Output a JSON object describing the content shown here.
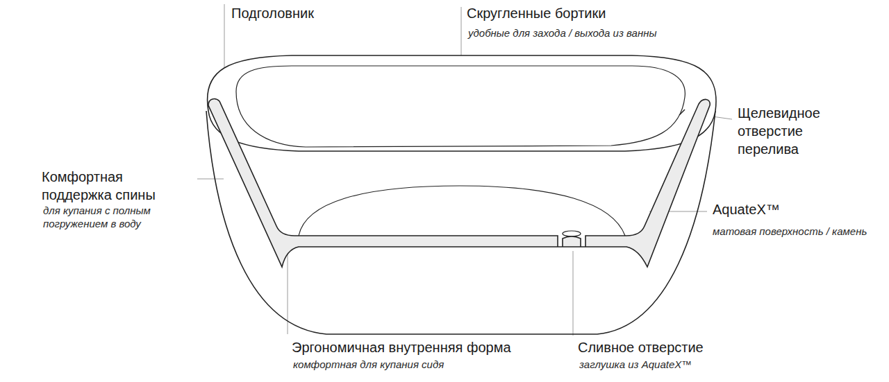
{
  "diagram": {
    "labels": [
      "Подголовник",
      "Скругленные бортики",
      "удобные для захода / выхода из ванны",
      "Щелевидное отверстие перелива",
      "Комфортная поддержка спины",
      "для купания с полным погружением в воду",
      "AquateX™",
      "матовая поверхность / камень",
      "Эргономичная внутренняя форма",
      "комфортная для купания сидя",
      "Сливное отверстие",
      "заглушка из AquateX™"
    ]
  }
}
